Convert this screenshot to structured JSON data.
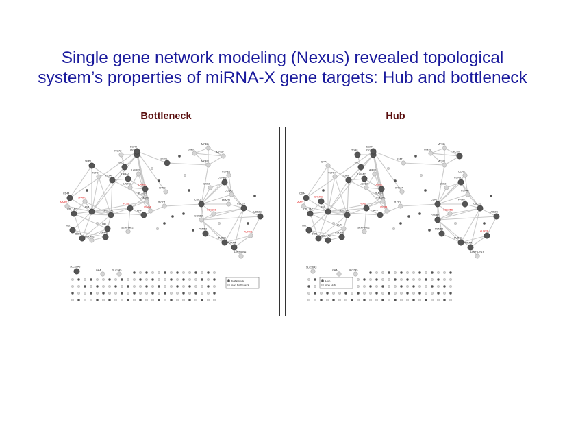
{
  "slide": {
    "title": "Single gene network modeling (Nexus) revealed topological system’s properties of miRNA-X gene targets: Hub and bottleneck"
  },
  "panels": [
    {
      "label": "Bottleneck",
      "legend": {
        "filled": "bottleneck",
        "open": "non bottleneck"
      },
      "colors": {
        "filled": "#555555",
        "open": "#d4d4d4",
        "highlight": "#e32020"
      },
      "genes": [
        "ITGA8",
        "ITGA5",
        "TNC",
        "SPP1",
        "TGFBI",
        "ITGAV",
        "LAMA2",
        "LAMB3",
        "LAMC2",
        "LAMB1",
        "SPARC",
        "PLAUR",
        "ITGB4",
        "COL1A2",
        "COL1A1",
        "COL5A1",
        "COL4A1",
        "COL4A2",
        "LUM",
        "BGN",
        "MMP2",
        "FN1",
        "PLAU",
        "APP",
        "CD44",
        "NID1",
        "SERPINE2",
        "PLOD1",
        "KRT17",
        "STAT1",
        "EGFR",
        "MCM6",
        "MCM7",
        "MCM3",
        "GINS1",
        "CKS2",
        "CCNB1",
        "CCNE1",
        "CCNA2",
        "CDK2",
        "CDC25B",
        "PRMT1",
        "CDC20",
        "CCNB2",
        "BUB1B",
        "AURKA",
        "AURKB",
        "UBE2C",
        "PSMB2",
        "HIST1H2AJ",
        "SLC16A3",
        "GAA",
        "SLC7A5"
      ],
      "highlighted": [
        "SPARC",
        "MMP2",
        "LAMB1",
        "ITGB4",
        "CDC25B",
        "AURKB",
        "PLAU"
      ]
    },
    {
      "label": "Hub",
      "legend": {
        "filled": "Hub",
        "open": "non Hub"
      },
      "colors": {
        "filled": "#555555",
        "open": "#d4d4d4",
        "highlight": "#e32020"
      },
      "genes": [
        "ITGA8",
        "ITGA5",
        "TNC",
        "SPP1",
        "TGFBI",
        "ITGAV",
        "LAMA2",
        "LAMB3",
        "LAMC2",
        "LAMB1",
        "SPARC",
        "PLAUR",
        "ITGB4",
        "COL1A2",
        "COL1A1",
        "COL5A1",
        "COL4A1",
        "COL4A2",
        "LUM",
        "BGN",
        "MMP2",
        "FN1",
        "PLAU",
        "APP",
        "CD44",
        "NID1",
        "SERPINE2",
        "PLOD1",
        "KRT17",
        "STAT1",
        "EGFR",
        "MCM6",
        "MCM7",
        "MCM3",
        "GINS1",
        "CKS2",
        "CCNB1",
        "CCNE1",
        "CCNA2",
        "CDK2",
        "CDC25B",
        "PRMT1",
        "CDC20",
        "CCNB2",
        "BUB1B",
        "AURKA",
        "AURKB",
        "UBE2C",
        "PSMB2",
        "HIST1H2AJ",
        "SLC16A3",
        "GAA",
        "SLC7A5"
      ],
      "highlighted": [
        "SPARC",
        "MMP2",
        "LAMB1",
        "ITGB4",
        "CDC25B",
        "AURKB",
        "PLAU"
      ]
    }
  ]
}
